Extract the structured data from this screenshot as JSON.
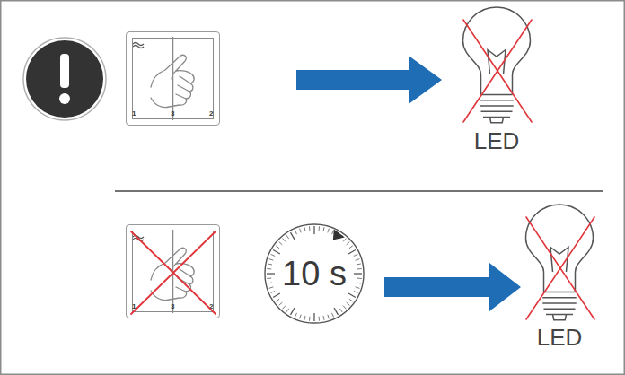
{
  "diagram": {
    "nodes": [
      {
        "text": [
          "1",
          "3",
          "2"
        ]
      },
      {
        "text": [
          "1",
          "3",
          "2"
        ]
      },
      {
        "text": [
          "10 s"
        ]
      }
    ],
    "labels": [
      "LED",
      "LED"
    ]
  }
}
